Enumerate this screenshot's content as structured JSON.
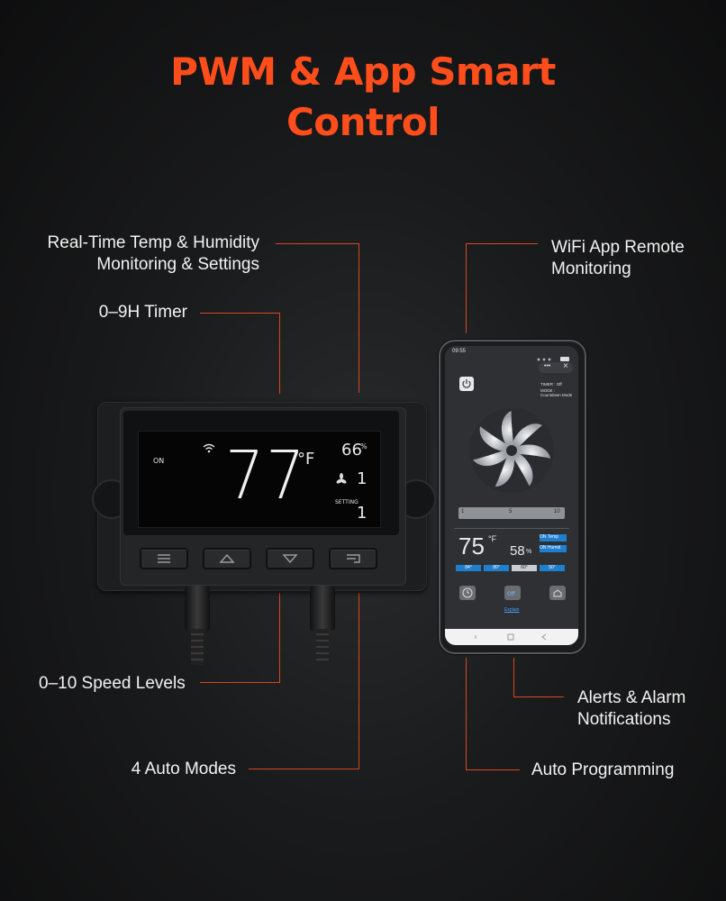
{
  "title_line1": "PWM & App Smart",
  "title_line2": "Control",
  "labels": {
    "realtime_line1": "Real-Time Temp & Humidity",
    "realtime_line2": "Monitoring & Settings",
    "timer": "0–9H Timer",
    "speed": "0–10 Speed Levels",
    "modes": "4 Auto Modes",
    "wifi_line1": "WiFi App Remote",
    "wifi_line2": "Monitoring",
    "alerts_line1": "Alerts & Alarm",
    "alerts_line2": "Notifications",
    "programming": "Auto Programming"
  },
  "controller": {
    "status": "ON",
    "temperature": "77",
    "temp_unit": "°F",
    "humidity": "66",
    "humidity_unit": "%",
    "fan_level": "1",
    "setting_label": "SETTING",
    "setting_value": "1"
  },
  "app": {
    "clock": "09:55",
    "menu_dots": "•••",
    "close": "×",
    "timer_text": "TIMER : Off",
    "mode_text": "MODE : Countdown Mode",
    "slider_min": "1",
    "slider_mid": "5",
    "slider_max": "10",
    "temperature": "75",
    "temp_unit": "°F",
    "humidity": "58",
    "humidity_unit": "%",
    "on_label": "ON",
    "temp_tag": "Temp",
    "humid_tag": "Humid",
    "set1": "84°",
    "set2": "80°",
    "set3": "60°",
    "set4": "50°",
    "explain": "Explain"
  },
  "colors": {
    "accent": "#ff4d1c",
    "line": "#d8481e",
    "app_blue": "#1f7fcf"
  }
}
